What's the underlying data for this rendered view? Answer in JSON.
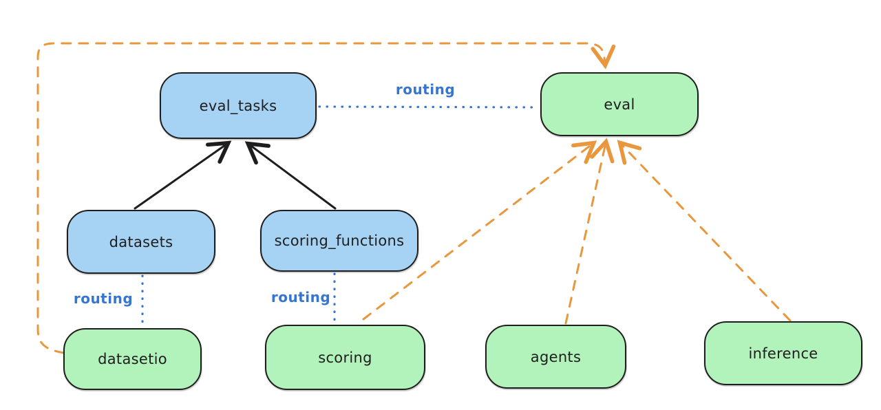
{
  "diagram": {
    "background": "#ffffff",
    "colors": {
      "blue_node_fill": "#a6d2f3",
      "green_node_fill": "#b2f2bb",
      "node_stroke": "#1e1e1e",
      "solid_arrow": "#1e1e1e",
      "routing_dotted_line": "#3676d2",
      "routing_label_text": "#3676d2",
      "dashed_arrow": "#e9973c"
    },
    "nodes": [
      {
        "id": "eval_tasks",
        "label": "eval_tasks",
        "kind": "blue"
      },
      {
        "id": "eval",
        "label": "eval",
        "kind": "green"
      },
      {
        "id": "datasets",
        "label": "datasets",
        "kind": "blue"
      },
      {
        "id": "scoring_functions",
        "label": "scoring_functions",
        "kind": "blue"
      },
      {
        "id": "datasetio",
        "label": "datasetio",
        "kind": "green"
      },
      {
        "id": "scoring",
        "label": "scoring",
        "kind": "green"
      },
      {
        "id": "agents",
        "label": "agents",
        "kind": "green"
      },
      {
        "id": "inference",
        "label": "inference",
        "kind": "green"
      }
    ],
    "edge_labels": [
      {
        "id": "routing-eval_tasks-eval",
        "label": "routing"
      },
      {
        "id": "routing-datasets-datasetio",
        "label": "routing"
      },
      {
        "id": "routing-scoring_functions-scoring",
        "label": "routing"
      }
    ],
    "edges": [
      {
        "from": "datasets",
        "to": "eval_tasks",
        "style": "solid-black-arrow"
      },
      {
        "from": "scoring_functions",
        "to": "eval_tasks",
        "style": "solid-black-arrow"
      },
      {
        "from": "eval_tasks",
        "to": "eval",
        "style": "dotted-blue",
        "label": "routing"
      },
      {
        "from": "datasets",
        "to": "datasetio",
        "style": "dotted-blue",
        "label": "routing"
      },
      {
        "from": "scoring_functions",
        "to": "scoring",
        "style": "dotted-blue",
        "label": "routing"
      },
      {
        "from": "datasetio",
        "to": "eval",
        "style": "dashed-orange-arrow"
      },
      {
        "from": "scoring",
        "to": "eval",
        "style": "dashed-orange-arrow"
      },
      {
        "from": "agents",
        "to": "eval",
        "style": "dashed-orange-arrow"
      },
      {
        "from": "inference",
        "to": "eval",
        "style": "dashed-orange-arrow"
      }
    ]
  }
}
